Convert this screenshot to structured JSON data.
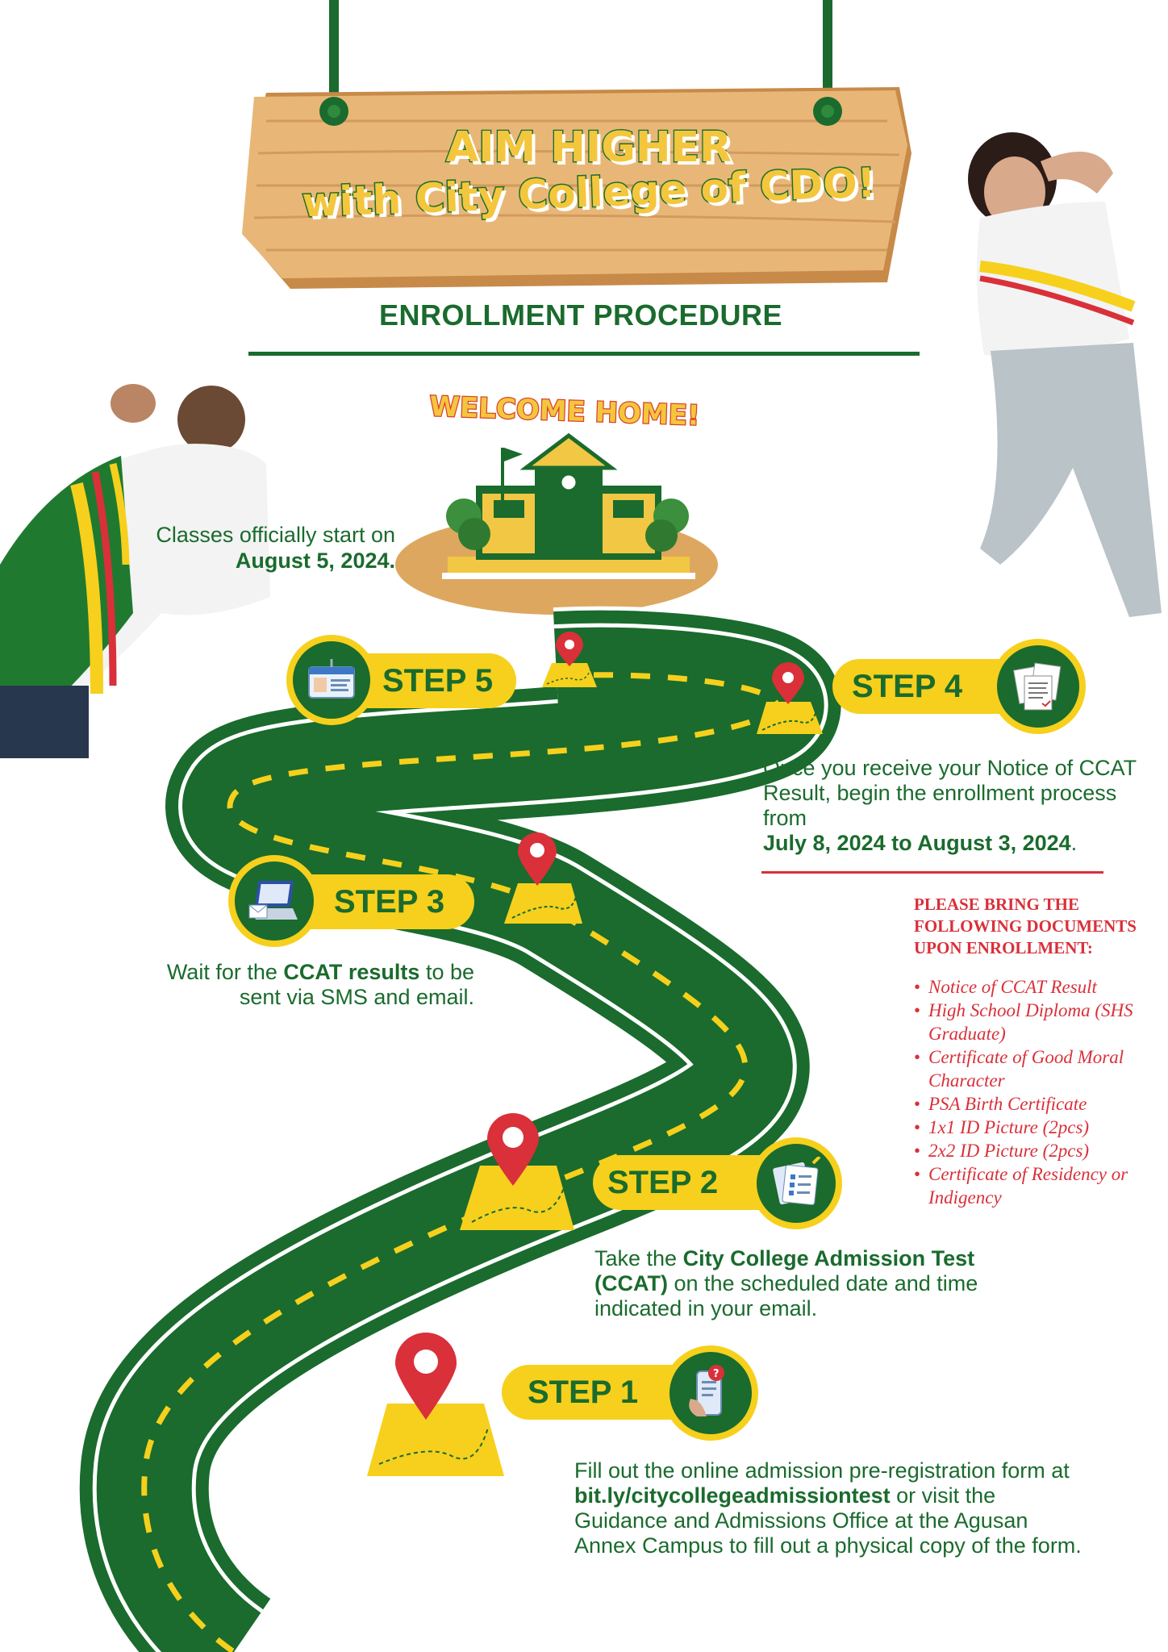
{
  "sign": {
    "line1": "AIM HIGHER",
    "line2": "with City College of CDO!"
  },
  "header": {
    "title": "ENROLLMENT PROCEDURE"
  },
  "welcome": {
    "text": "WELCOME HOME!"
  },
  "classes": {
    "text": "Classes officially start on",
    "date": "August 5, 2024."
  },
  "steps": [
    {
      "label": "STEP 1",
      "icon": "phone-form-icon",
      "desc_parts": [
        "Fill out the online admission pre-registration form at",
        "bit.ly/citycollegeadmissiontest",
        "or visit the Guidance and Admissions Office at the Agusan Annex Campus to fill out a physical copy of the form."
      ]
    },
    {
      "label": "STEP 2",
      "icon": "test-paper-icon",
      "desc_parts": [
        "Take the",
        "City College Admission Test (CCAT)",
        "on the scheduled date and time indicated in your email."
      ]
    },
    {
      "label": "STEP 3",
      "icon": "laptop-email-icon",
      "desc_parts": [
        "Wait for the",
        "CCAT results",
        "to be sent via SMS and email."
      ]
    },
    {
      "label": "STEP 4",
      "icon": "documents-icon",
      "desc_parts": [
        "Once you receive your Notice of CCAT Result, begin the enrollment process from",
        "July 8, 2024 to August 3, 2024",
        "."
      ]
    },
    {
      "label": "STEP 5",
      "icon": "id-card-icon"
    }
  ],
  "documents": {
    "title": "PLEASE BRING THE FOLLOWING DOCUMENTS UPON ENROLLMENT:",
    "items": [
      "Notice of CCAT Result",
      "High School Diploma (SHS Graduate)",
      "Certificate of Good Moral Character",
      "PSA Birth Certificate",
      "1x1 ID Picture (2pcs)",
      "2x2 ID Picture (2pcs)",
      "Certificate of Residency or Indigency"
    ]
  },
  "colors": {
    "green": "#1a6b2d",
    "yellow": "#f6d01c",
    "red": "#d9303a",
    "wood": "#e8b777"
  }
}
